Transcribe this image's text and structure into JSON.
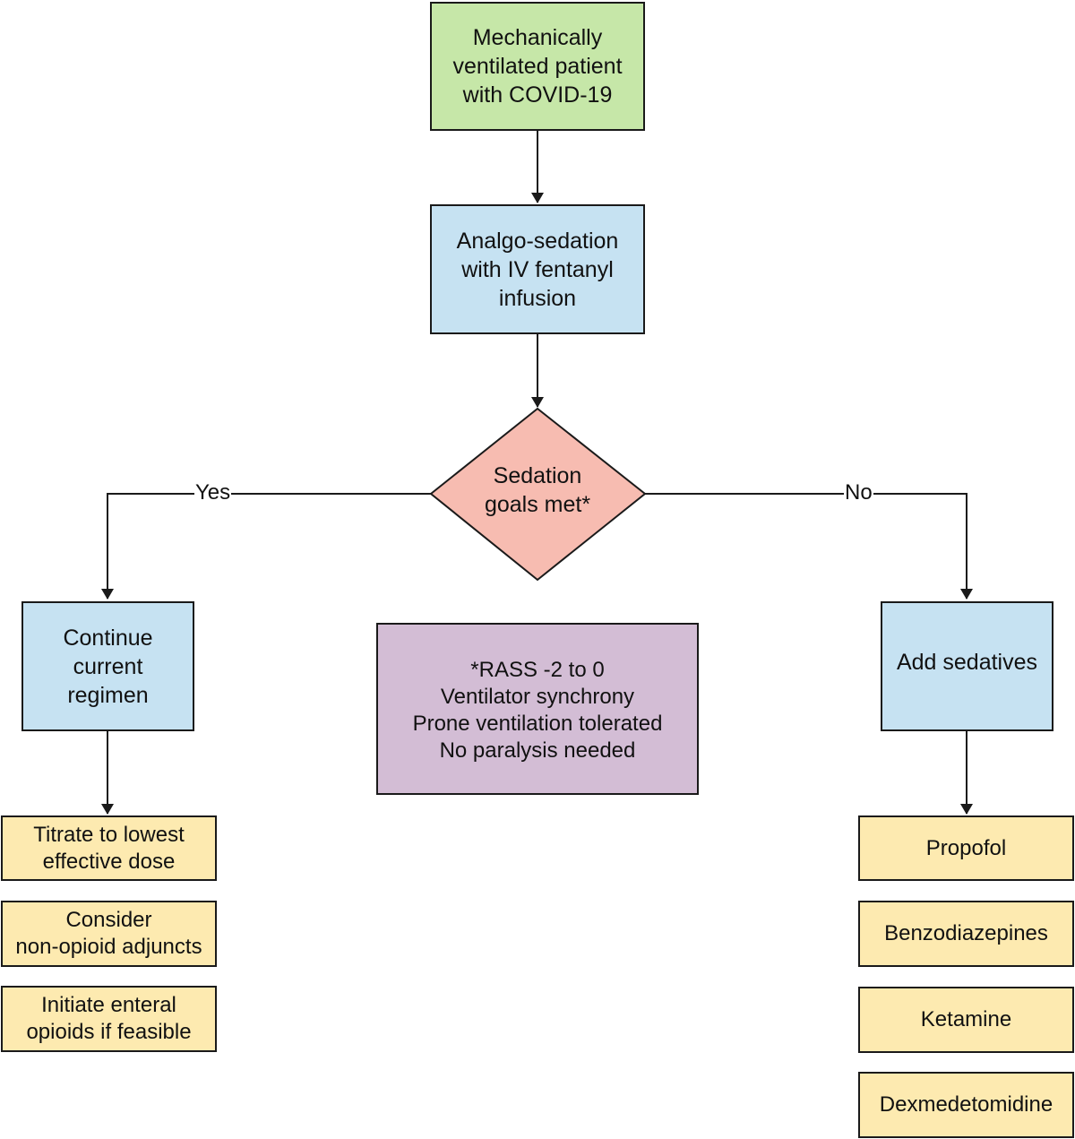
{
  "colors": {
    "start": "#c6e7a8",
    "process": "#c6e2f2",
    "decision": "#f7bcb1",
    "note": "#d3bdd5",
    "option": "#fdeab0",
    "stroke": "#1a1a1a"
  },
  "start": {
    "text": "Mechanically\nventilated patient\nwith COVID-19"
  },
  "analgo": {
    "text": "Analgo-sedation\nwith IV fentanyl\ninfusion"
  },
  "decision": {
    "text": "Sedation\ngoals met*"
  },
  "branches": {
    "yes": "Yes",
    "no": "No"
  },
  "continue": {
    "text": "Continue\ncurrent\nregimen"
  },
  "add": {
    "text": "Add sedatives"
  },
  "note": {
    "text": "*RASS -2 to 0\nVentilator synchrony\nProne ventilation tolerated\nNo paralysis needed"
  },
  "yes_options": [
    "Titrate to lowest\neffective dose",
    "Consider\nnon-opioid adjuncts",
    "Initiate enteral\nopioids if feasible"
  ],
  "no_options": [
    "Propofol",
    "Benzodiazepines",
    "Ketamine",
    "Dexmedetomidine"
  ]
}
